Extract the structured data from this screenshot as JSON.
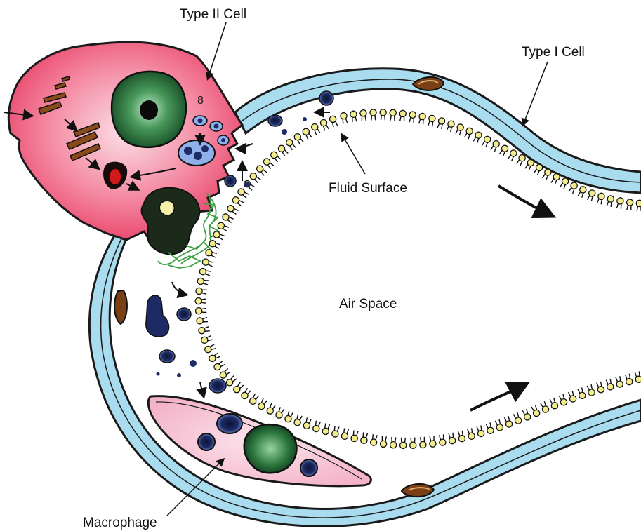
{
  "labels": {
    "type2": "Type II Cell",
    "type1": "Type I Cell",
    "fluid": "Fluid Surface",
    "air": "Air Space",
    "macrophage": "Macrophage"
  },
  "colors": {
    "wall_fill": "#a9dcee",
    "wall_stroke": "#1a1a1a",
    "type2_cell": "#ee4a6e",
    "type2_center": "#f8d0da",
    "macrophage": "#f7c8d6",
    "nucleus_green": "#1f6b35",
    "surfactant_yellow": "#f3ec8c",
    "vesicle_blue": "#5b7cc4",
    "myelin_green": "#3aa040"
  }
}
